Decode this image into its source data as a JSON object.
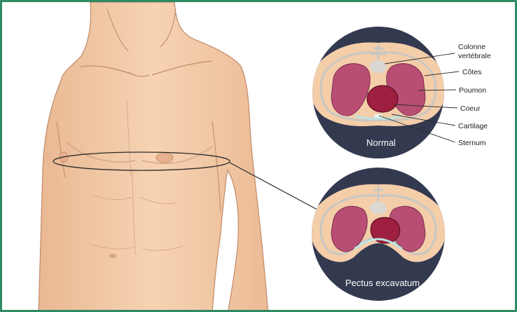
{
  "diagram": {
    "labels": {
      "colonne_l1": "Colonne",
      "colonne_l2": "vertébrale",
      "cotes": "Côtes",
      "poumon": "Poumon",
      "coeur": "Coeur",
      "cartilage": "Cartilage",
      "sternum": "Sternum"
    },
    "captions": {
      "normal": "Normal",
      "pectus": "Pectus excavatum"
    }
  },
  "colors": {
    "border": "#2e8a63",
    "circle": "#33394f",
    "skin": "#f4cda9",
    "lung": "#b94e74",
    "heart": "#9e1f3f",
    "cartilage": "#bde4e4"
  }
}
